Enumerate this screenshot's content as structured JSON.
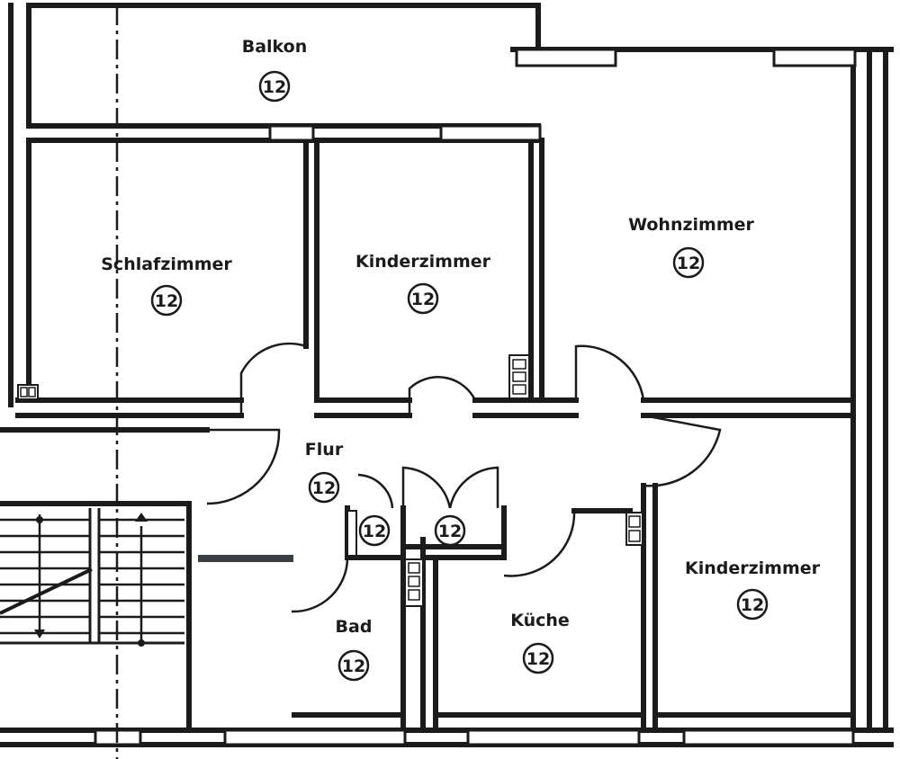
{
  "rooms": [
    {
      "id": "balkon",
      "label": "Balkon",
      "number": "12"
    },
    {
      "id": "schlafzimmer",
      "label": "Schlafzimmer",
      "number": "12"
    },
    {
      "id": "kinderzimmer-1",
      "label": "Kinderzimmer",
      "number": "12"
    },
    {
      "id": "wohnzimmer",
      "label": "Wohnzimmer",
      "number": "12"
    },
    {
      "id": "flur",
      "label": "Flur",
      "number": "12"
    },
    {
      "id": "abstell-1",
      "label": "",
      "number": "12"
    },
    {
      "id": "abstell-2",
      "label": "",
      "number": "12"
    },
    {
      "id": "bad",
      "label": "Bad",
      "number": "12"
    },
    {
      "id": "kueche",
      "label": "Küche",
      "number": "12"
    },
    {
      "id": "kinderzimmer-2",
      "label": "Kinderzimmer",
      "number": "12"
    }
  ],
  "colors": {
    "line": "#1b1b1b",
    "paper": "#ffffff",
    "redaction_bar": "#3a3f45"
  }
}
